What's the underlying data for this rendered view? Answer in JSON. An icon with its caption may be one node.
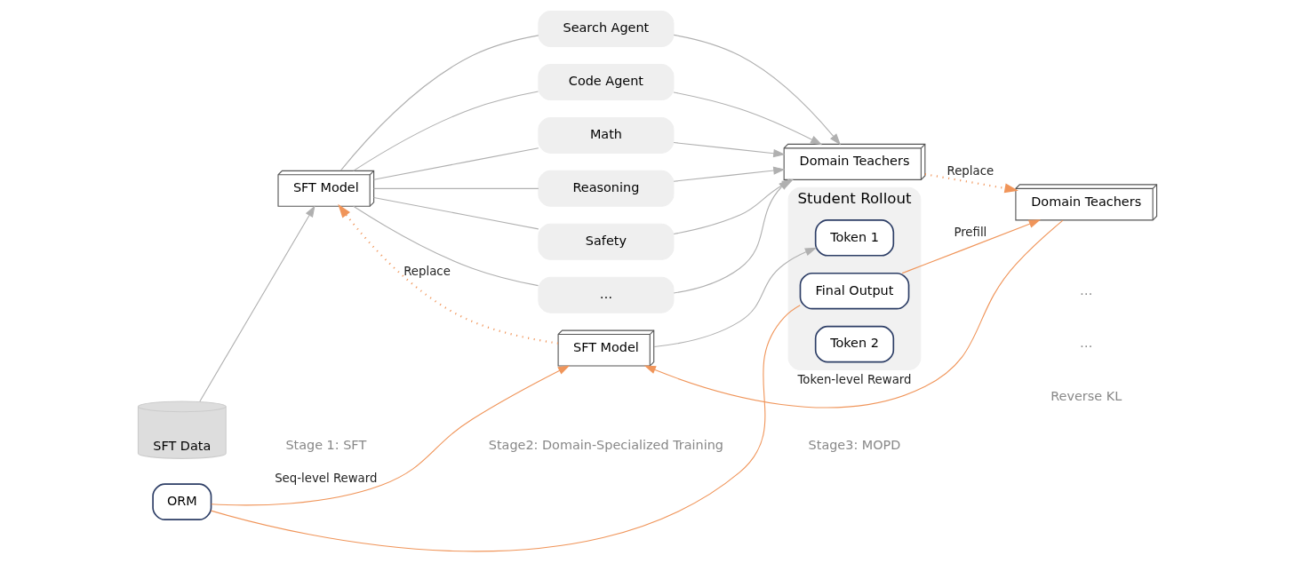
{
  "diagram": {
    "nodes": [
      {
        "text": [
          "SFT Data"
        ]
      },
      {
        "text": [
          "SFT Model"
        ]
      },
      {
        "text": [
          "Search Agent"
        ]
      },
      {
        "text": [
          "Code Agent"
        ]
      },
      {
        "text": [
          "Math"
        ]
      },
      {
        "text": [
          "Reasoning"
        ]
      },
      {
        "text": [
          "Safety"
        ]
      },
      {
        "text": [
          "…"
        ]
      },
      {
        "text": [
          "Domain Teachers"
        ]
      },
      {
        "text": [
          "SFT Model"
        ]
      },
      {
        "text": [
          "ORM"
        ]
      },
      {
        "text": [
          "Student Rollout"
        ]
      },
      {
        "text": [
          "Token 1"
        ],
        "in": 11
      },
      {
        "text": [
          "Token 2"
        ],
        "in": 11
      },
      {
        "text": [
          "Final Output"
        ],
        "in": 11
      },
      {
        "text": [
          "Domain Teachers"
        ]
      }
    ],
    "edges": [
      {
        "from": 0,
        "to": 1,
        "arrow": "to"
      },
      {
        "from": 1,
        "to": 2,
        "arrow": "none"
      },
      {
        "from": 1,
        "to": 3,
        "arrow": "none"
      },
      {
        "from": 1,
        "to": 4,
        "arrow": "none"
      },
      {
        "from": 1,
        "to": 5,
        "arrow": "none"
      },
      {
        "from": 1,
        "to": 6,
        "arrow": "none"
      },
      {
        "from": 1,
        "to": 7,
        "arrow": "none"
      },
      {
        "from": 2,
        "to": 8,
        "arrow": "to"
      },
      {
        "from": 3,
        "to": 8,
        "arrow": "to"
      },
      {
        "from": 4,
        "to": 8,
        "arrow": "to"
      },
      {
        "from": 5,
        "to": 8,
        "arrow": "to"
      },
      {
        "from": 6,
        "to": 8,
        "arrow": "to"
      },
      {
        "from": 7,
        "to": 8,
        "arrow": "to"
      },
      {
        "from": 9,
        "to": 1,
        "arrow": "to",
        "label": "Replace",
        "style": "dashed",
        "color": "#f0955a"
      },
      {
        "from": 8,
        "to": 15,
        "arrow": "to",
        "label": "Replace",
        "style": "dashed",
        "color": "#f0955a"
      },
      {
        "from": 9,
        "to": 12,
        "arrow": "to"
      },
      {
        "from": 10,
        "to": 9,
        "arrow": "to",
        "label": "Seq-level Reward",
        "color": "#f0955a"
      },
      {
        "from": 14,
        "to": 10,
        "arrow": "none",
        "color": "#f0955a"
      },
      {
        "from": 14,
        "to": 15,
        "arrow": "to",
        "label": "Prefill",
        "color": "#f0955a"
      },
      {
        "from": 15,
        "to": 9,
        "arrow": "to",
        "label": "Token-level Reward",
        "color": "#f0955a"
      }
    ],
    "labels": [
      "…",
      "Reverse KL",
      "…",
      "Stage 1: SFT",
      "Stage2: Domain-Specialized Training",
      "Stage3: MOPD"
    ]
  }
}
